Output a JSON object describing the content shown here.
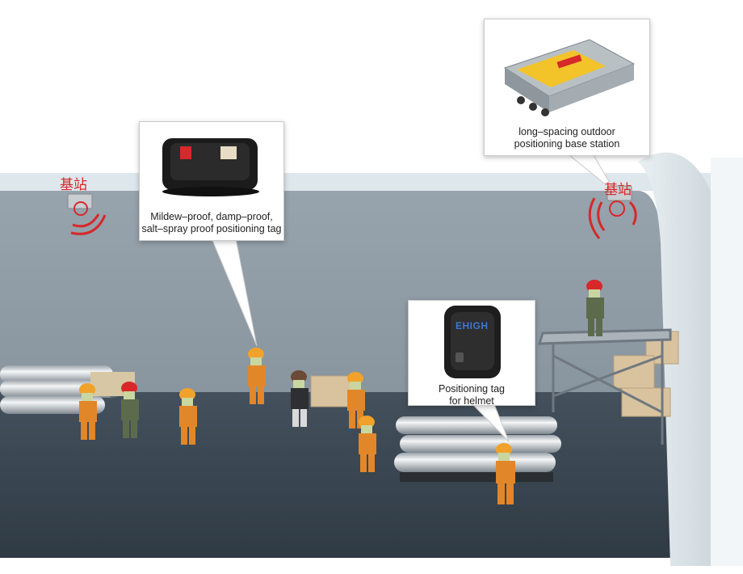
{
  "scene": {
    "description_colors": {
      "sky": "#ffffff",
      "tunnel_wall": "#8d99a3",
      "tunnel_floor": "#3a4752",
      "signal_red": "#d7282a",
      "worker_orange": "#f0a22a"
    }
  },
  "base_station_left": {
    "label": "基站",
    "icon": "signal-waves-icon"
  },
  "base_station_right": {
    "label": "基站",
    "icon": "signal-waves-icon"
  },
  "callouts": {
    "tag": {
      "caption": "Mildew–proof, damp–proof,\nsalt–spray proof positioning tag",
      "icon": "positioning-tag-device"
    },
    "station": {
      "caption": "long–spacing outdoor\npositioning base station",
      "icon": "outdoor-base-station-device"
    },
    "helmet": {
      "caption": "Positioning tag\nfor helmet",
      "brand": "EHIGH",
      "icon": "helmet-tag-device"
    }
  }
}
